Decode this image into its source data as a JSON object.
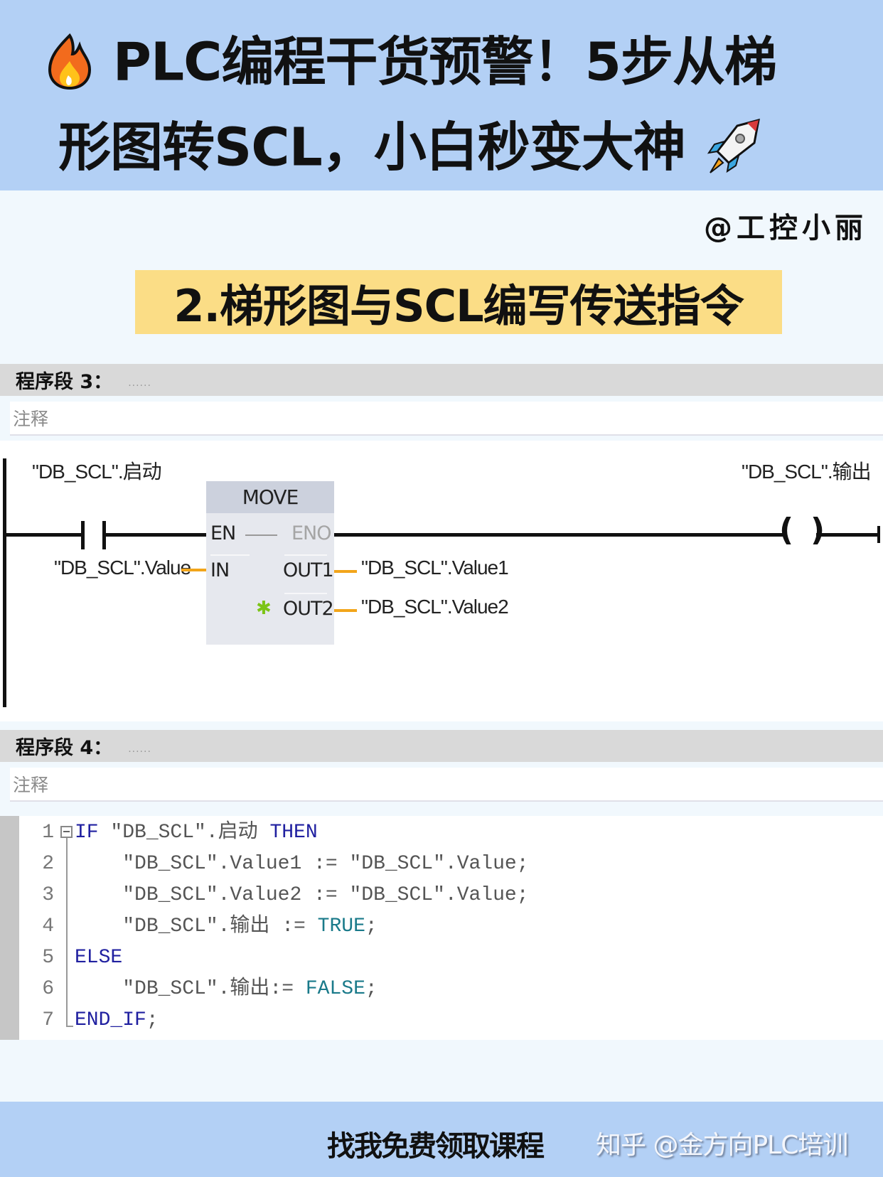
{
  "banner": {
    "line1": "PLC编程干货预警！5步从梯",
    "line2": "形图转SCL，小白秒变大神",
    "icon_left": "fire-icon",
    "icon_right": "rocket-icon"
  },
  "author": "@工控小丽",
  "subtitle": "2.梯形图与SCL编写传送指令",
  "segments": [
    {
      "title": "程序段 3：",
      "dots": "......",
      "comment": "注释"
    },
    {
      "title": "程序段 4：",
      "dots": "......",
      "comment": "注释"
    }
  ],
  "ladder": {
    "contact_label": "\"DB_SCL\".启动",
    "in_label": "\"DB_SCL\".Value",
    "coil_label": "\"DB_SCL\".输出",
    "block": {
      "name": "MOVE",
      "en": "EN",
      "eno": "ENO",
      "in": "IN",
      "out1": "OUT1",
      "out2": "OUT2"
    },
    "out1_label": "\"DB_SCL\".Value1",
    "out2_label": "\"DB_SCL\".Value2",
    "coil_left": "(",
    "coil_right": ")",
    "add_pin_icon": "✱"
  },
  "scl": {
    "lines": [
      {
        "n": "1",
        "parts": [
          {
            "t": "IF ",
            "c": "kw"
          },
          {
            "t": "\"DB_SCL\".启动 ",
            "c": ""
          },
          {
            "t": "THEN",
            "c": "kw"
          }
        ]
      },
      {
        "n": "2",
        "parts": [
          {
            "t": "    \"DB_SCL\".Value1 := \"DB_SCL\".Value;",
            "c": ""
          }
        ]
      },
      {
        "n": "3",
        "parts": [
          {
            "t": "    \"DB_SCL\".Value2 := \"DB_SCL\".Value;",
            "c": ""
          }
        ]
      },
      {
        "n": "4",
        "parts": [
          {
            "t": "    \"DB_SCL\".输出 := ",
            "c": ""
          },
          {
            "t": "TRUE",
            "c": "tv"
          },
          {
            "t": ";",
            "c": ""
          }
        ]
      },
      {
        "n": "5",
        "parts": [
          {
            "t": "ELSE",
            "c": "kw"
          }
        ]
      },
      {
        "n": "6",
        "parts": [
          {
            "t": "    \"DB_SCL\".输出:= ",
            "c": ""
          },
          {
            "t": "FALSE",
            "c": "tv"
          },
          {
            "t": ";",
            "c": ""
          }
        ]
      },
      {
        "n": "7",
        "parts": [
          {
            "t": "END_IF",
            "c": "kw"
          },
          {
            "t": ";",
            "c": ""
          }
        ]
      }
    ]
  },
  "footer": {
    "cta": "找我免费领取课程",
    "source": "知乎 @金方向PLC培训"
  },
  "colors": {
    "banner_bg": "#b3d0f5",
    "subtitle_bg": "#fbdd86",
    "segment_header_bg": "#d9d9d9",
    "wire_orange": "#f2a51a",
    "keyword": "#2020a0",
    "bool_value": "#1a7a8a"
  }
}
